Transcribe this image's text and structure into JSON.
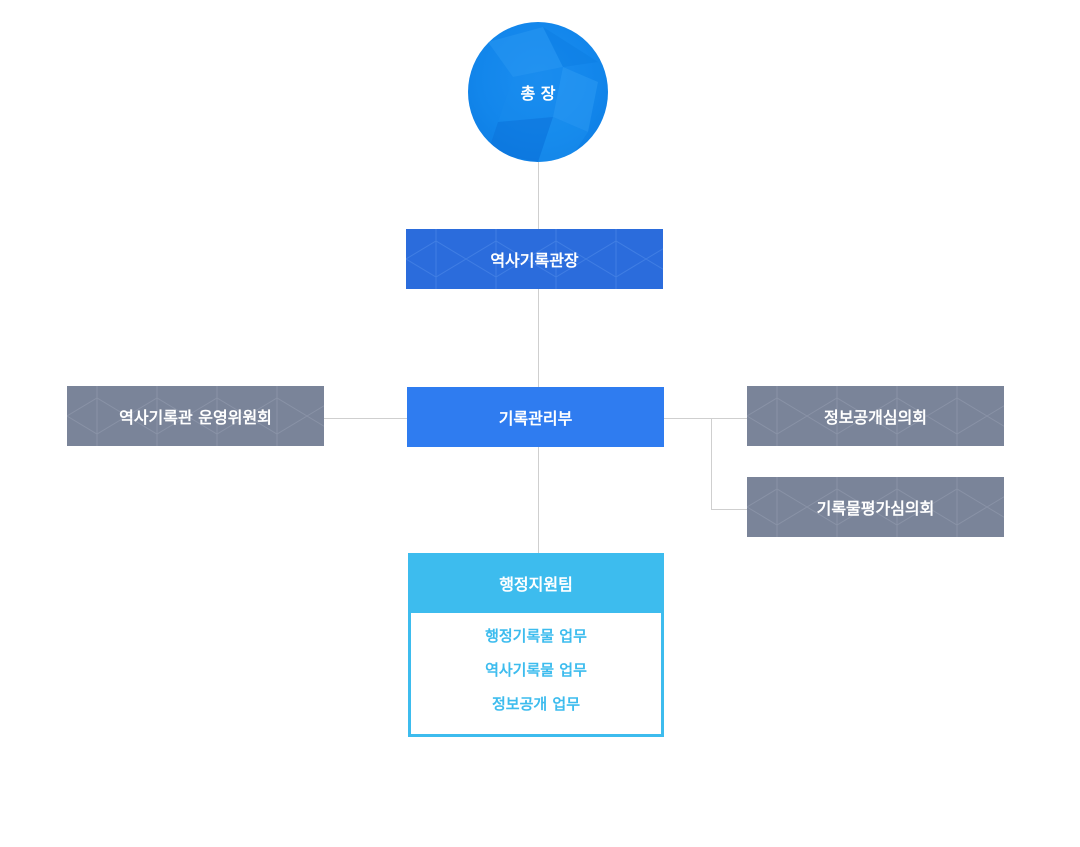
{
  "org_chart": {
    "president": {
      "label": "총 장"
    },
    "archive_head": {
      "label": "역사기록관장"
    },
    "records_dept": {
      "label": "기록관리부"
    },
    "committees": [
      {
        "label": "역사기록관 운영위원회"
      },
      {
        "label": "정보공개심의회"
      },
      {
        "label": "기록물평가심의회"
      }
    ],
    "team": {
      "label": "행정지원팀",
      "tasks": [
        "행정기록물 업무",
        "역사기록물 업무",
        "정보공개 업무"
      ]
    }
  },
  "colors": {
    "president": "#1286eb",
    "archive_head": "#2b6cdc",
    "records_dept": "#2f7cf0",
    "committee": "#7a8499",
    "team": "#3dbcee",
    "connector": "#cfcfcf"
  }
}
